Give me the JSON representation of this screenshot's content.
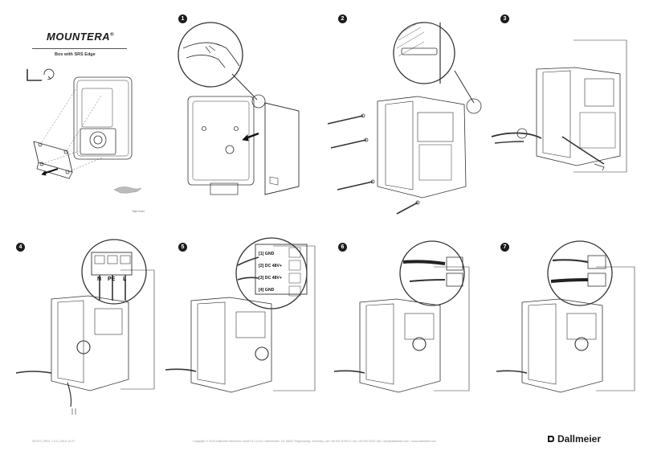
{
  "header": {
    "brand": "MOUNTERA",
    "brand_mark": "®",
    "subtitle": "Box with SRS Edge",
    "logo_caption": "Take learn"
  },
  "steps": [
    "1",
    "2",
    "3",
    "4",
    "5",
    "6",
    "7"
  ],
  "terminals": {
    "step4": [
      "N",
      "PE",
      "L"
    ],
    "step5": [
      "[1]  GND",
      "[2]  DC 48V+",
      "[3]  DC 48V+",
      "[4]  GND"
    ]
  },
  "footer": {
    "left": "007972 | REV. 1.0.0 | 2019-10-07",
    "center": "Copyright © 2019 Dallmeier electronic GmbH & Co.KG • Bahnhofstr. 16, 93047 Regensburg, Germany • tel +49 941 8700-0 • fax +49 941 8700 180 • info@dallmeier.com • www.dallmeier.com",
    "logo": "Dallmeier"
  },
  "colors": {
    "ink": "#1a1a1a",
    "line": "#333333",
    "muted": "#999999"
  },
  "icons": [
    "hex-key-icon",
    "rotate-arrow-icon",
    "direction-arrow-icon",
    "screw-icon",
    "cable-icon",
    "dallmeier-logo-icon"
  ]
}
